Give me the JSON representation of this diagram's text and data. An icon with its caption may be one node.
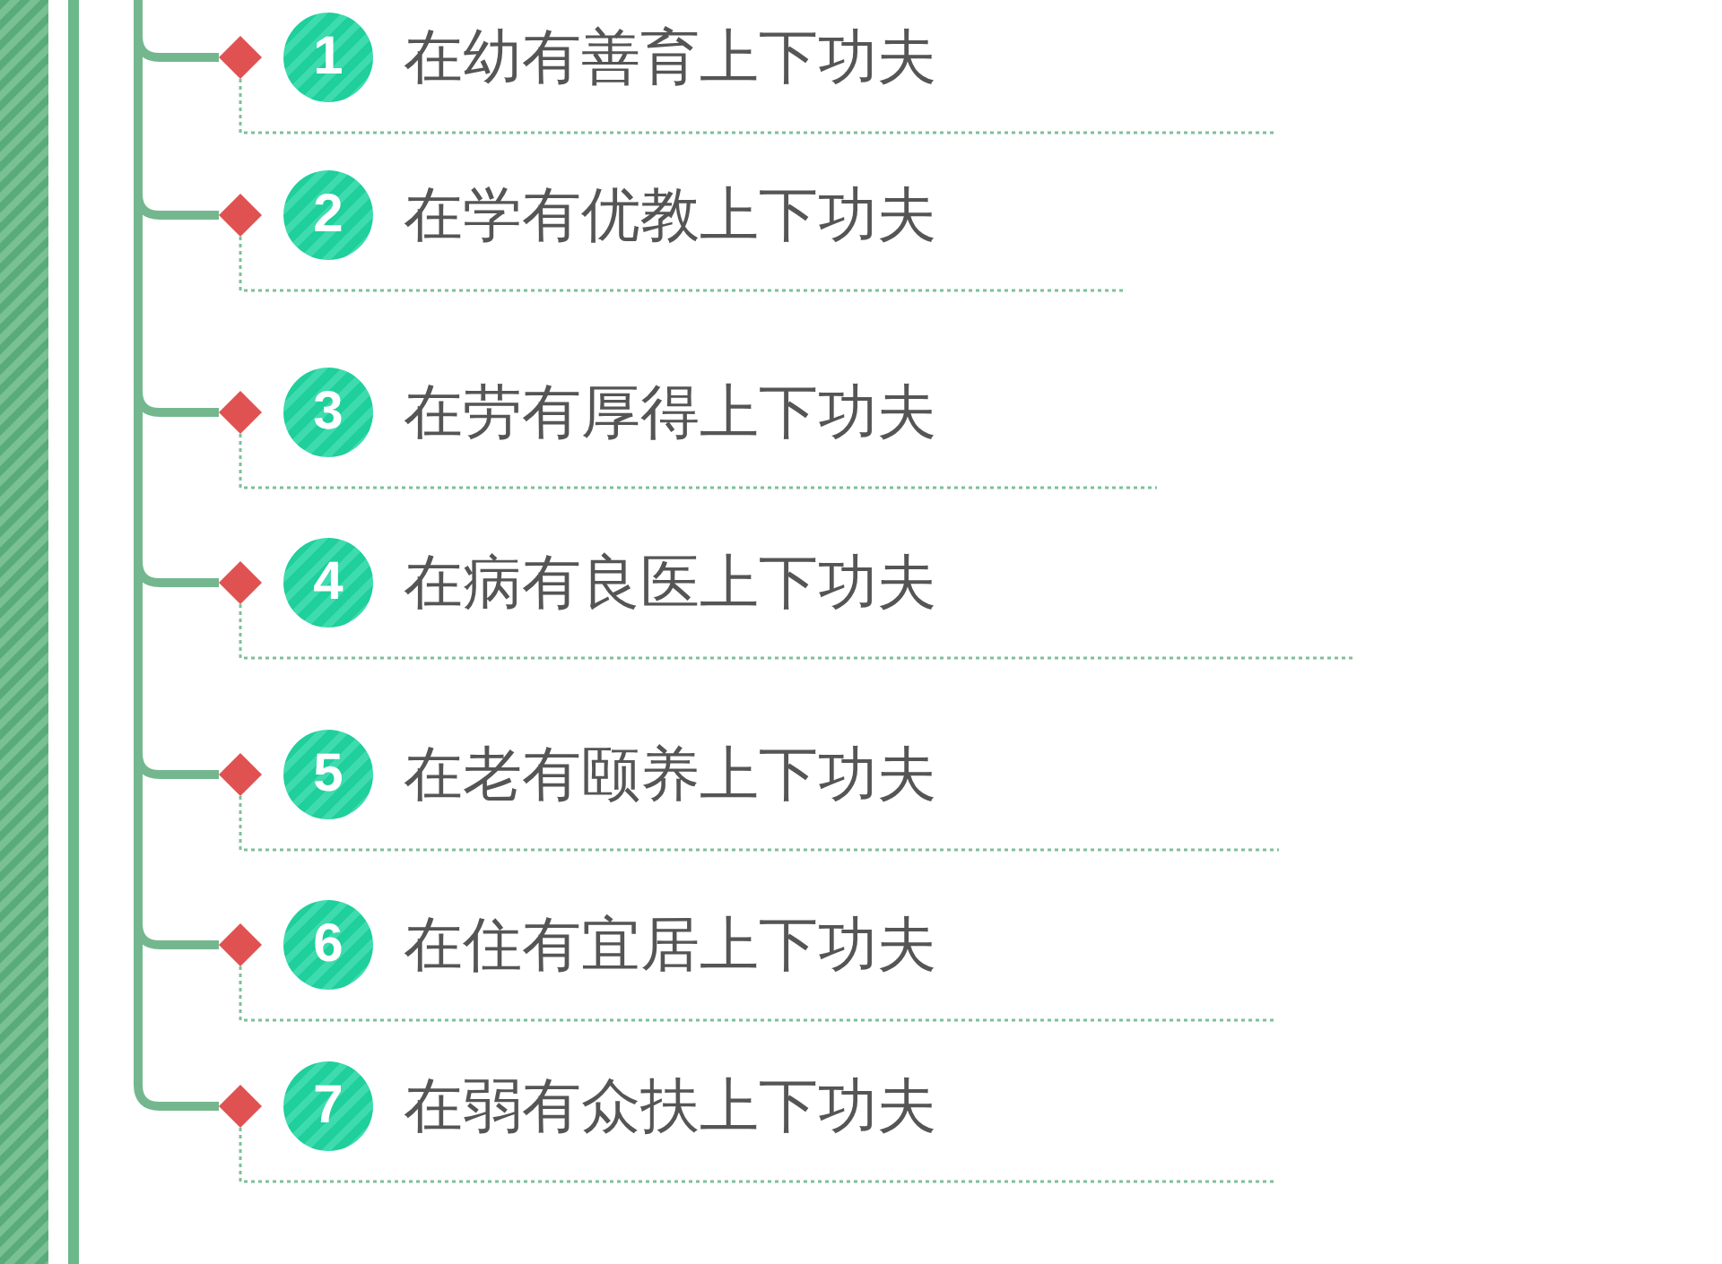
{
  "diagram": {
    "nodes": [
      {
        "text": [
          "1",
          "在幼有善育上下功夫"
        ]
      },
      {
        "text": [
          "2",
          "在学有优教上下功夫"
        ]
      },
      {
        "text": [
          "3",
          "在劳有厚得上下功夫"
        ]
      },
      {
        "text": [
          "4",
          "在病有良医上下功夫"
        ]
      },
      {
        "text": [
          "5",
          "在老有颐养上下功夫"
        ]
      },
      {
        "text": [
          "6",
          "在住有宜居上下功夫"
        ]
      },
      {
        "text": [
          "7",
          "在弱有众扶上下功夫"
        ]
      }
    ],
    "edges": [
      {
        "from": null,
        "to": 0,
        "arrow": "other"
      },
      {
        "from": null,
        "to": 1,
        "arrow": "other"
      },
      {
        "from": null,
        "to": 2,
        "arrow": "other"
      },
      {
        "from": null,
        "to": 3,
        "arrow": "other"
      },
      {
        "from": null,
        "to": 4,
        "arrow": "other"
      },
      {
        "from": null,
        "to": 5,
        "arrow": "other"
      },
      {
        "from": null,
        "to": 6,
        "arrow": "other"
      }
    ]
  }
}
